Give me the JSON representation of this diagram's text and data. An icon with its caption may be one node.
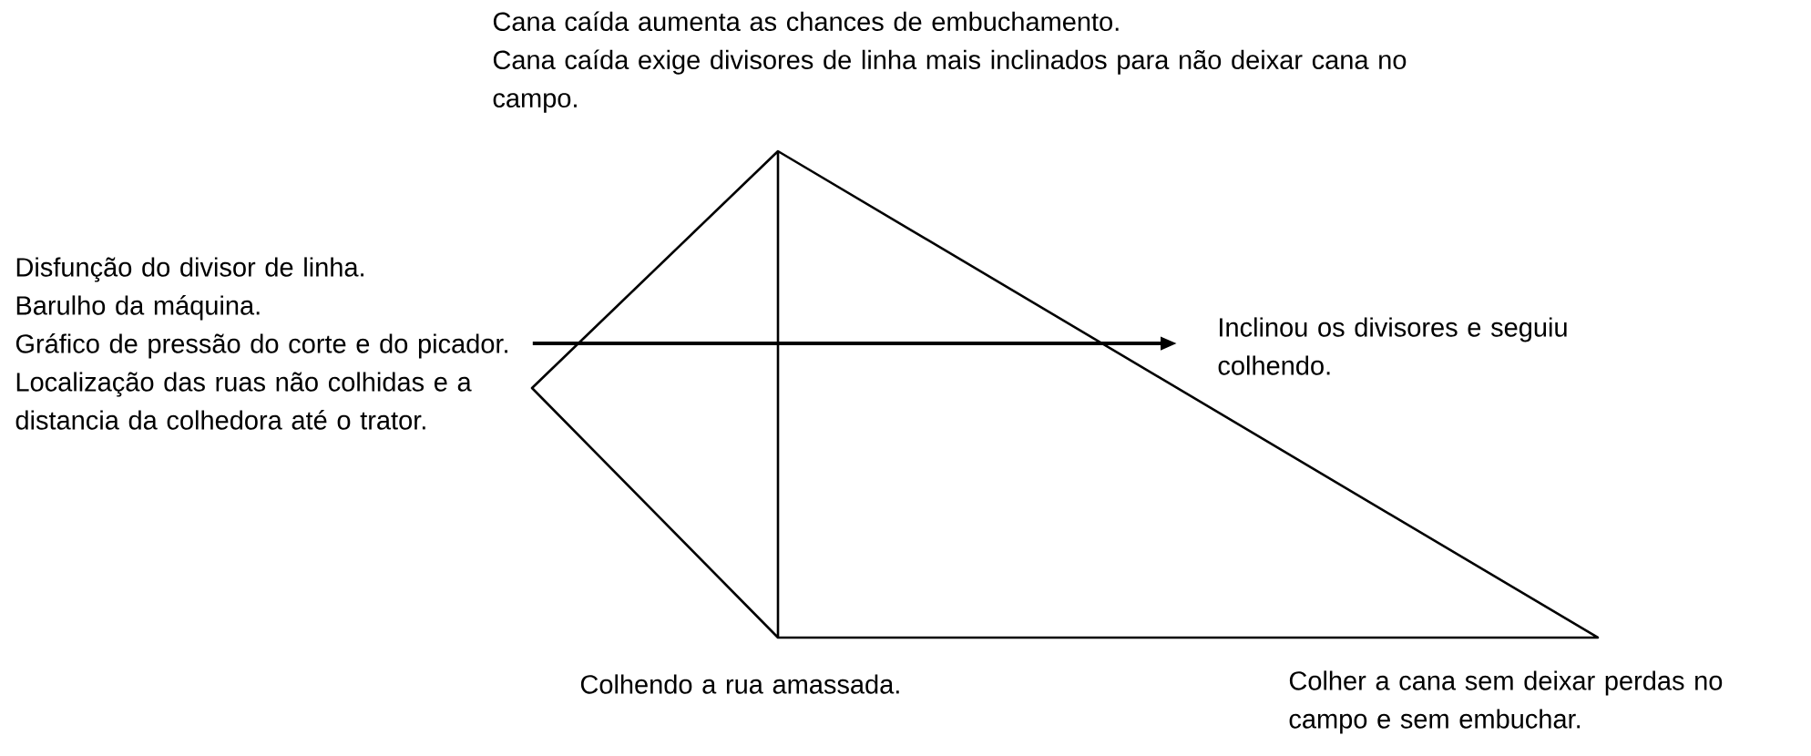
{
  "diagram": {
    "nodes": [
      {
        "text": [
          "Cana caída aumenta as chances de embuchamento.",
          "Cana caída exige divisores de linha mais inclinados para não deixar cana no campo."
        ]
      },
      {
        "text": [
          "Disfunção do divisor de linha.",
          "Barulho da máquina.",
          "Gráfico de pressão do corte e do picador.",
          "Localização das ruas não colhidas e a distancia da colhedora até o trator."
        ]
      },
      {
        "text": [
          "Inclinou os divisores e seguiu colhendo."
        ]
      },
      {
        "text": [
          "Colhendo a rua amassada."
        ]
      },
      {
        "text": [
          "Colher a cana sem deixar perdas no campo e sem embuchar."
        ]
      }
    ],
    "edges": [
      {
        "from": 1,
        "to": 2,
        "arrow": "to"
      }
    ]
  }
}
